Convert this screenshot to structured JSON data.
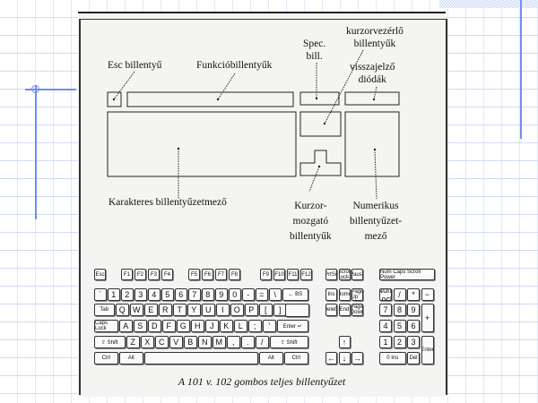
{
  "colors": {
    "accent": "#6f8ff0",
    "scan_bg": "#f4f4f2"
  },
  "diagram": {
    "esc": "Esc billentyű",
    "function": "Funkcióbillentyűk",
    "spec": [
      "Spec.",
      "bill."
    ],
    "cursor_control": [
      "kurzorvezérlő",
      "billentyűk"
    ],
    "leds": [
      "visszajelző",
      "diódák"
    ],
    "character": "Karakteres billentyűzetmező",
    "cursor_move": [
      "Kurzor-",
      "mozgató",
      "billentyűk"
    ],
    "numeric": [
      "Numerikus",
      "billentyűzet-",
      "mező"
    ]
  },
  "keyboard": {
    "fn_row": [
      "Esc",
      "F1",
      "F2",
      "F3",
      "F4",
      "F5",
      "F6",
      "F7",
      "F8",
      "F9",
      "F10",
      "F11",
      "F12"
    ],
    "sys_row": [
      "PrtSc",
      "Scroll Lock",
      "Pause"
    ],
    "leds": [
      "Num",
      "Caps",
      "Scroll",
      "Power"
    ],
    "row1": [
      "`",
      "1",
      "2",
      "3",
      "4",
      "5",
      "6",
      "7",
      "8",
      "9",
      "0",
      "-",
      "=",
      "\\",
      "← BS"
    ],
    "row2": [
      "Tab",
      "Q",
      "W",
      "E",
      "R",
      "T",
      "Y",
      "U",
      "I",
      "O",
      "P",
      "[",
      "]"
    ],
    "row3": [
      "Caps Lock",
      "A",
      "S",
      "D",
      "F",
      "G",
      "H",
      "J",
      "K",
      "L",
      ";",
      "'",
      "Enter ↵"
    ],
    "row4": [
      "⇧ Shift",
      "Z",
      "X",
      "C",
      "V",
      "B",
      "N",
      "M",
      ",",
      ".",
      "/",
      "⇧ Shift"
    ],
    "row5": [
      "Ctrl",
      "Alt",
      "",
      "Alt",
      "Ctrl"
    ],
    "nav1": [
      "Ins",
      "Home",
      "Page Up"
    ],
    "nav2": [
      "Delete",
      "End",
      "Page Down"
    ],
    "arrows": [
      "↑",
      "←",
      "↓",
      "→"
    ],
    "num1": [
      "Num Lock",
      "/",
      "*",
      "−"
    ],
    "num2": [
      "7",
      "8",
      "9",
      "+"
    ],
    "num3": [
      "4",
      "5",
      "6"
    ],
    "num4": [
      "1",
      "2",
      "3",
      "Enter"
    ],
    "num5": [
      "0 Ins",
      "Del"
    ]
  },
  "caption": "A 101 v. 102 gombos teljes billentyűzet"
}
